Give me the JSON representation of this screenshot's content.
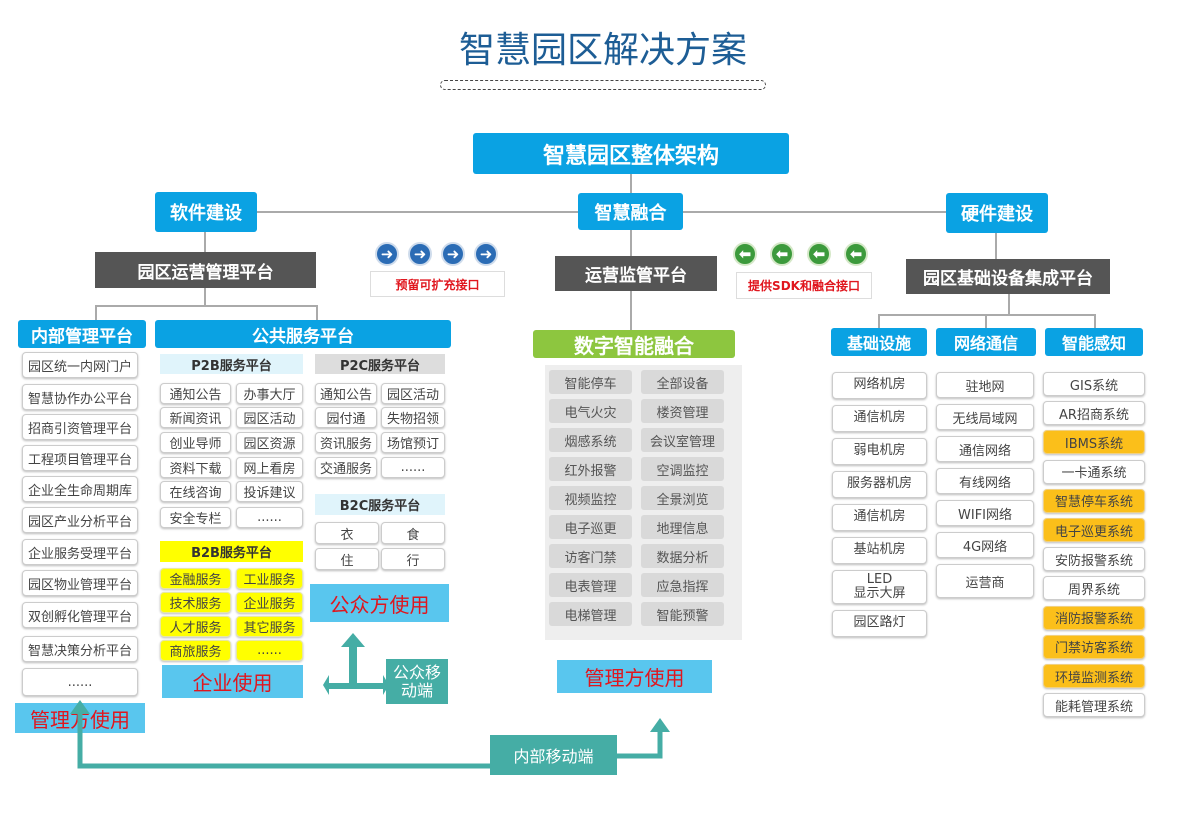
{
  "title": "智慧园区解决方案",
  "root": "智慧园区整体架构",
  "branches": {
    "software": "软件建设",
    "fusion": "智慧融合",
    "hardware": "硬件建设"
  },
  "platforms": {
    "ops": "园区运营管理平台",
    "monitor": "运营监管平台",
    "infra": "园区基础设备集成平台"
  },
  "interfaces": {
    "reserve": "预留可扩充接口",
    "sdk": "提供SDK和融合接口"
  },
  "internal": {
    "title": "内部管理平台",
    "items": [
      "园区统一内网门户",
      "智慧协作办公平台",
      "招商引资管理平台",
      "工程项目管理平台",
      "企业全生命周期库",
      "园区产业分析平台",
      "企业服务受理平台",
      "园区物业管理平台",
      "双创孵化管理平台",
      "智慧决策分析平台",
      "......"
    ],
    "use": "管理方使用"
  },
  "public": {
    "title": "公共服务平台",
    "p2b": {
      "title": "P2B服务平台",
      "items": [
        "通知公告",
        "办事大厅",
        "新闻资讯",
        "园区活动",
        "创业导师",
        "园区资源",
        "资料下载",
        "网上看房",
        "在线咨询",
        "投诉建议",
        "安全专栏",
        "......"
      ]
    },
    "p2c": {
      "title": "P2C服务平台",
      "items": [
        "通知公告",
        "园区活动",
        "园付通",
        "失物招领",
        "资讯服务",
        "场馆预订",
        "交通服务",
        "......"
      ]
    },
    "b2c": {
      "title": "B2C服务平台",
      "items": [
        "衣",
        "食",
        "住",
        "行"
      ]
    },
    "b2b": {
      "title": "B2B服务平台",
      "items": [
        "金融服务",
        "工业服务",
        "技术服务",
        "企业服务",
        "人才服务",
        "其它服务",
        "商旅服务",
        "......"
      ]
    },
    "enterprise_use": "企业使用",
    "public_use": "公众方使用",
    "public_mobile": "公众移动端"
  },
  "internal_mobile": "内部移动端",
  "digital": {
    "title": "数字智能融合",
    "items": [
      "智能停车",
      "全部设备",
      "电气火灾",
      "楼资管理",
      "烟感系统",
      "会议室管理",
      "红外报警",
      "空调监控",
      "视频监控",
      "全景浏览",
      "电子巡更",
      "地理信息",
      "访客门禁",
      "数据分析",
      "电表管理",
      "应急指挥",
      "电梯管理",
      "智能预警"
    ],
    "use": "管理方使用"
  },
  "infra": {
    "basic": {
      "title": "基础设施",
      "items": [
        "网络机房",
        "通信机房",
        "弱电机房",
        "服务器机房",
        "通信机房",
        "基站机房",
        "LED\n显示大屏",
        "园区路灯"
      ]
    },
    "network": {
      "title": "网络通信",
      "items": [
        "驻地网",
        "无线局域网",
        "通信网络",
        "有线网络",
        "WIFI网络",
        "4G网络",
        "运营商"
      ]
    },
    "sensing": {
      "title": "智能感知",
      "items": [
        {
          "label": "GIS系统",
          "hl": false
        },
        {
          "label": "AR招商系统",
          "hl": false
        },
        {
          "label": "IBMS系统",
          "hl": true
        },
        {
          "label": "一卡通系统",
          "hl": false
        },
        {
          "label": "智慧停车系统",
          "hl": true
        },
        {
          "label": "电子巡更系统",
          "hl": true
        },
        {
          "label": "安防报警系统",
          "hl": false
        },
        {
          "label": "周界系统",
          "hl": false
        },
        {
          "label": "消防报警系统",
          "hl": true
        },
        {
          "label": "门禁访客系统",
          "hl": true
        },
        {
          "label": "环境监测系统",
          "hl": true
        },
        {
          "label": "能耗管理系统",
          "hl": false
        }
      ]
    }
  },
  "colors": {
    "blue": "#0aa2e3",
    "green": "#8dc63f",
    "yellow": "#ffff00",
    "orange": "#fbbf1a",
    "teal": "#45ada5",
    "red": "#e0161e"
  }
}
